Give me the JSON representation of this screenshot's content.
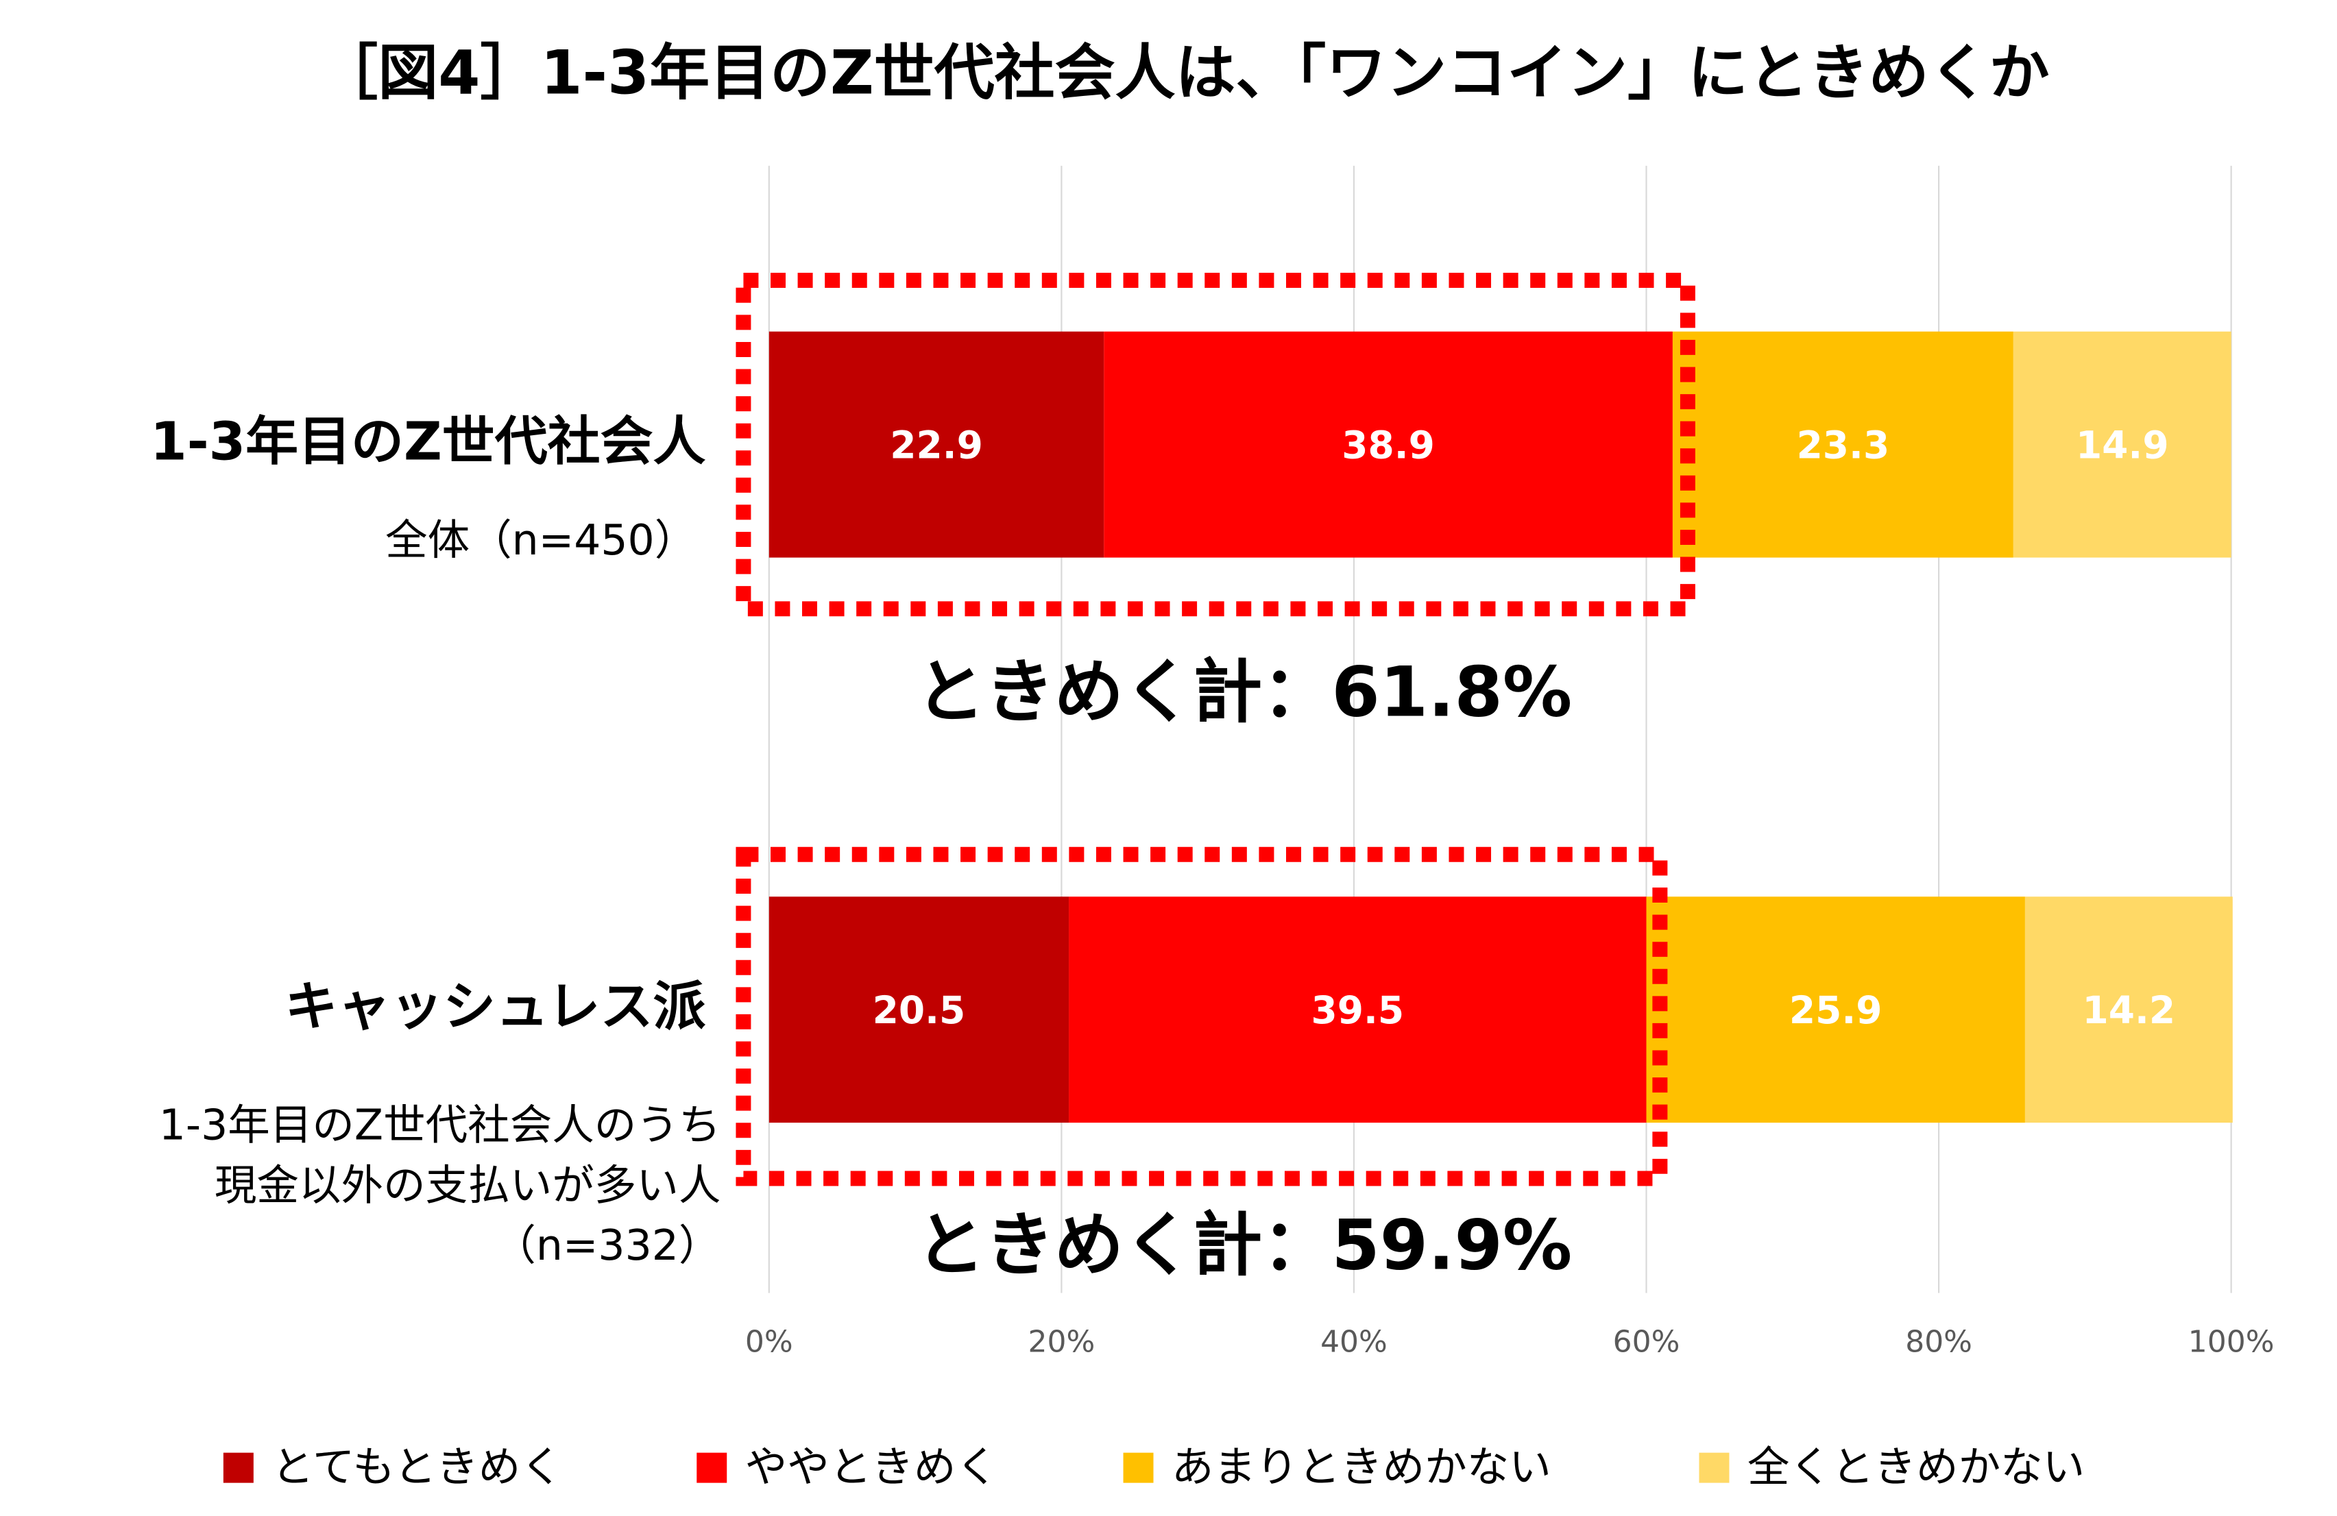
{
  "chart_data": {
    "type": "bar",
    "orientation": "horizontal-stacked-100",
    "title": "［図4］1-3年目のZ世代社会人は、「ワンコイン」にときめくか",
    "categories": [
      {
        "label": "1-3年目のZ世代社会人",
        "sublines": [
          "全体（n=450）"
        ]
      },
      {
        "label": "キャッシュレス派",
        "sublines": [
          "1-3年目のZ世代社会人のうち",
          "現金以外の支払いが多い人",
          "（n=332）"
        ]
      }
    ],
    "series": [
      {
        "name": "とてもときめく",
        "color": "#C00000",
        "values": [
          22.9,
          20.5
        ]
      },
      {
        "name": "ややときめく",
        "color": "#FF0000",
        "values": [
          38.9,
          39.5
        ]
      },
      {
        "name": "あまりときめかない",
        "color": "#FFC000",
        "values": [
          23.3,
          25.9
        ]
      },
      {
        "name": "全くときめかない",
        "color": "#FFD966",
        "values": [
          14.9,
          14.2
        ]
      }
    ],
    "annotations": [
      "ときめく計：61.8%",
      "ときめく計：59.9%"
    ],
    "highlight_totals": [
      61.8,
      59.9
    ],
    "xlim": [
      0,
      100
    ],
    "xticks": [
      "0%",
      "20%",
      "40%",
      "60%",
      "80%",
      "100%"
    ],
    "grid": true,
    "legend": "bottom"
  }
}
